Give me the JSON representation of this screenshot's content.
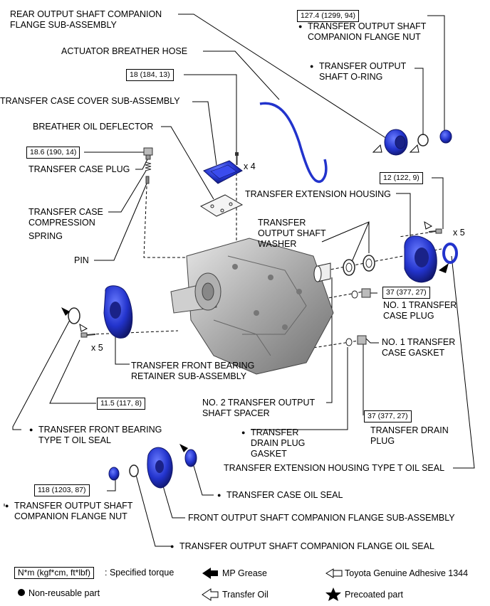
{
  "torques": {
    "companion_nut_rear": "127.4 (1299, 94)",
    "cover": "18 (184, 13)",
    "plug": "18.6 (190, 14)",
    "extension_bolt": "12 (122, 9)",
    "no1_plug": "37 (377, 27)",
    "front_retainer": "11.5 (117, 8)",
    "drain_plug": "37 (377, 27)",
    "companion_nut_front": "118 (1203, 87)"
  },
  "labels": {
    "rear_flange": [
      "REAR OUTPUT SHAFT COMPANION",
      "FLANGE SUB-ASSEMBLY"
    ],
    "rear_nut": [
      "TRANSFER OUTPUT SHAFT",
      "COMPANION FLANGE NUT"
    ],
    "actuator_hose": "ACTUATOR BREATHER HOSE",
    "oring": [
      "TRANSFER OUTPUT",
      "SHAFT O-RING"
    ],
    "cover": "TRANSFER CASE COVER SUB-ASSEMBLY",
    "deflector": "BREATHER OIL DEFLECTOR",
    "case_plug": "TRANSFER CASE PLUG",
    "x4": "x 4",
    "extension_housing": "TRANSFER EXTENSION HOUSING",
    "spring": [
      "TRANSFER CASE",
      "COMPRESSION",
      "SPRING"
    ],
    "washer": [
      "TRANSFER",
      "OUTPUT  SHAFT",
      "WASHER"
    ],
    "x5_right": "x 5",
    "pin": "PIN",
    "no1_plug": [
      "NO. 1 TRANSFER",
      "CASE PLUG"
    ],
    "no1_gasket": [
      "NO. 1 TRANSFER",
      "CASE GASKET"
    ],
    "x5_left": "x 5",
    "front_retainer": [
      "TRANSFER FRONT BEARING",
      "RETAINER SUB-ASSEMBLY"
    ],
    "spacer": [
      "NO. 2 TRANSFER OUTPUT",
      "SHAFT SPACER"
    ],
    "front_oil_seal": [
      "TRANSFER FRONT BEARING",
      "TYPE T OIL SEAL"
    ],
    "drain_gasket": [
      "TRANSFER",
      "DRAIN PLUG",
      "GASKET"
    ],
    "drain_plug": [
      "TRANSFER DRAIN",
      "PLUG"
    ],
    "ext_oil_seal": "TRANSFER EXTENSION HOUSING TYPE T OIL SEAL",
    "case_oil_seal": "TRANSFER CASE OIL SEAL",
    "front_nut": [
      "TRANSFER OUTPUT SHAFT",
      "COMPANION FLANGE NUT"
    ],
    "front_flange": "FRONT OUTPUT SHAFT COMPANION FLANGE SUB-ASSEMBLY",
    "flange_oil_seal": "TRANSFER OUTPUT SHAFT COMPANION FLANGE OIL SEAL"
  },
  "legend": {
    "torque_box": "N*m (kgf*cm, ft*lbf)",
    "torque_text": ": Specified torque",
    "mp_grease": "MP Grease",
    "adhesive": "Toyota Genuine Adhesive 1344",
    "nonreusable": "Non-reusable part",
    "transfer_oil": "Transfer Oil",
    "precoated": "Precoated part"
  },
  "colors": {
    "part_blue": "#2233cc",
    "part_dark": "#1a2288",
    "case_grey": "#9a9a9a"
  }
}
